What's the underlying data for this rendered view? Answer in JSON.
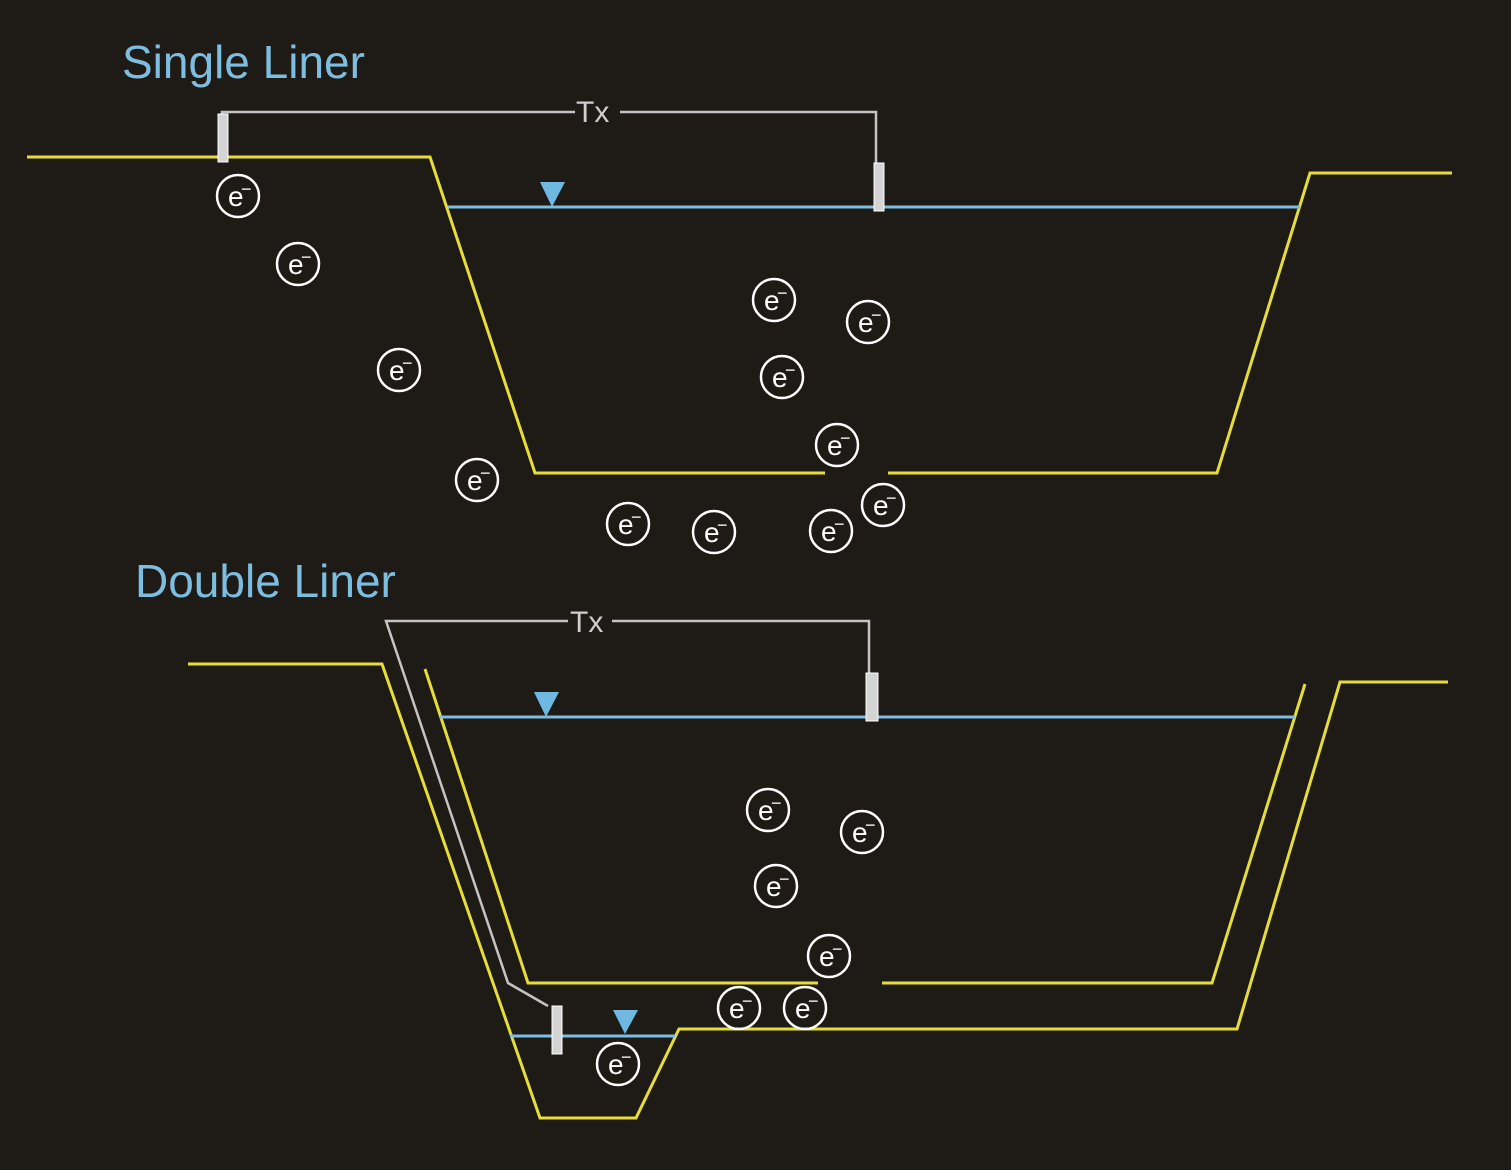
{
  "single_liner": {
    "title": "Single Liner",
    "tx_label": "Tx"
  },
  "double_liner": {
    "title": "Double Liner",
    "tx_label": "Tx"
  },
  "electron": {
    "symbol": "e",
    "charge": "−"
  },
  "colors": {
    "background": "#1e1a16",
    "liner": "#e6dc3a",
    "water": "#7cbde0",
    "wire": "#c4c4c4",
    "electron": "#ffffff"
  }
}
